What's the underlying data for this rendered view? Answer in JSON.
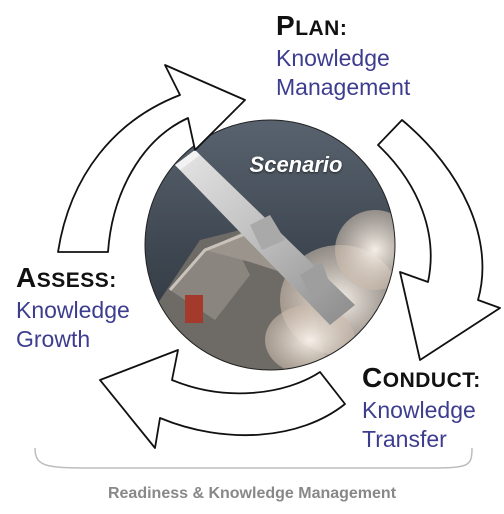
{
  "center": {
    "title": "Scenario"
  },
  "plan": {
    "word_first": "P",
    "word_rest": "LAN:",
    "line1": "Knowledge",
    "line2": "Management"
  },
  "assess": {
    "word_first": "A",
    "word_rest": "SSESS:",
    "line1": "Knowledge",
    "line2": "Growth"
  },
  "conduct": {
    "word_first": "C",
    "word_rest": "ONDUCT:",
    "line1": "Knowledge",
    "line2": "Transfer"
  },
  "footer": {
    "text": "Readiness & Knowledge Management"
  },
  "colors": {
    "phase": "#111111",
    "subtitle": "#3d3d8f",
    "footer": "#888888",
    "arrow_stroke": "#111111"
  }
}
